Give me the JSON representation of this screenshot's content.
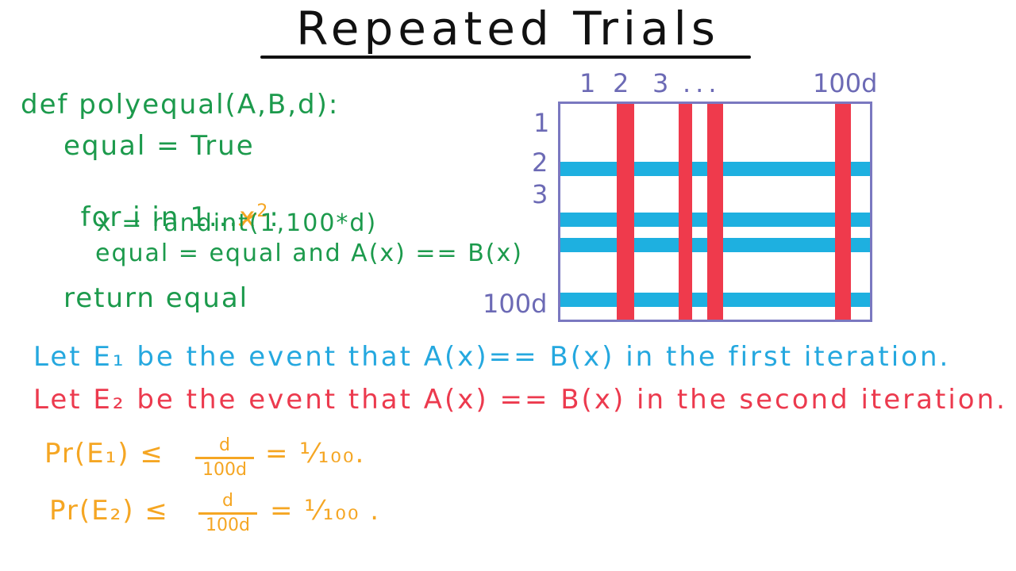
{
  "title": "Repeated Trials",
  "code": {
    "line1": "def polyequal(A,B,d):",
    "line2": "equal = True",
    "line3_prefix": "for i in 1...",
    "line3_struck": "x",
    "line3_sup": "2",
    "line3_suffix": ":",
    "line4": "x = randint(1,100*d)",
    "line5": "equal = equal and A(x) == B(x)",
    "line6": "return equal"
  },
  "grid": {
    "col_labels": [
      "1",
      "2",
      "3",
      "...",
      "100d"
    ],
    "row_labels": [
      "1",
      "2",
      "3",
      "100d"
    ],
    "colors": {
      "border": "#7a78c0",
      "row_band": "#1eb0e0",
      "col_band": "#ef3a4c"
    }
  },
  "events": {
    "e1": "Let E₁ be the event that A(x)== B(x) in the first iteration.",
    "e2": "Let E₂ be the event that A(x) == B(x) in the second iteration."
  },
  "probabilities": {
    "p1_left": "Pr(E₁) ≤",
    "p1_num": "d",
    "p1_den": "100d",
    "p1_right": "= ¹⁄₁₀₀.",
    "p2_left": "Pr(E₂) ≤",
    "p2_num": "d",
    "p2_den": "100d",
    "p2_right": "= ¹⁄₁₀₀ ."
  }
}
